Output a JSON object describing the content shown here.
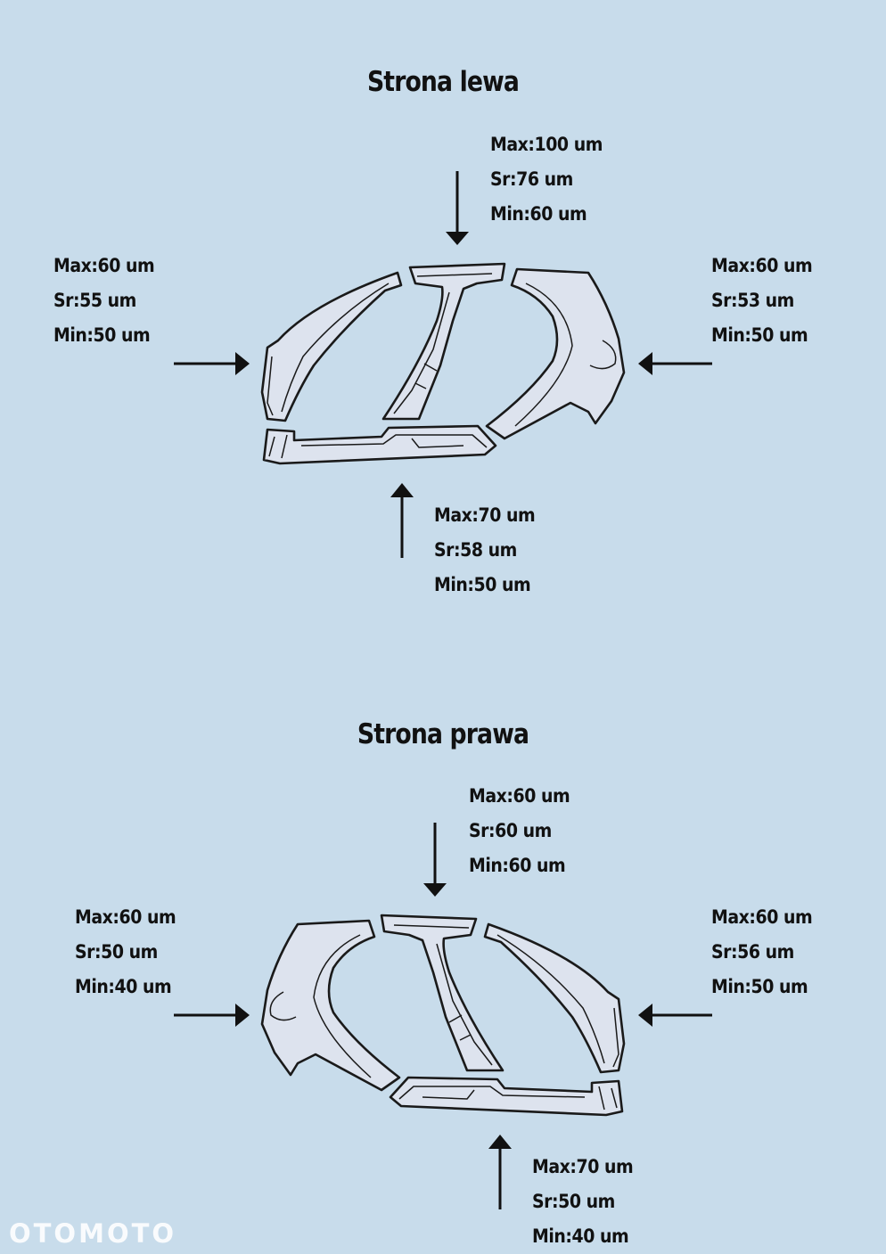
{
  "sections": [
    {
      "title": "Strona lewa",
      "top": {
        "max": "Max:100 um",
        "sr": "Sr:76 um",
        "min": "Min:60 um"
      },
      "left": {
        "max": "Max:60 um",
        "sr": "Sr:55 um",
        "min": "Min:50 um"
      },
      "right": {
        "max": "Max:60 um",
        "sr": "Sr:53 um",
        "min": "Min:50 um"
      },
      "bottom": {
        "max": "Max:70 um",
        "sr": "Sr:58 um",
        "min": "Min:50 um"
      }
    },
    {
      "title": "Strona prawa",
      "top": {
        "max": "Max:60 um",
        "sr": "Sr:60 um",
        "min": "Min:60 um"
      },
      "left": {
        "max": "Max:60 um",
        "sr": "Sr:50 um",
        "min": "Min:40 um"
      },
      "right": {
        "max": "Max:60 um",
        "sr": "Sr:56 um",
        "min": "Min:50 um"
      },
      "bottom": {
        "max": "Max:70 um",
        "sr": "Sr:50 um",
        "min": "Min:40 um"
      }
    }
  ],
  "watermark": "OTOMOTO"
}
